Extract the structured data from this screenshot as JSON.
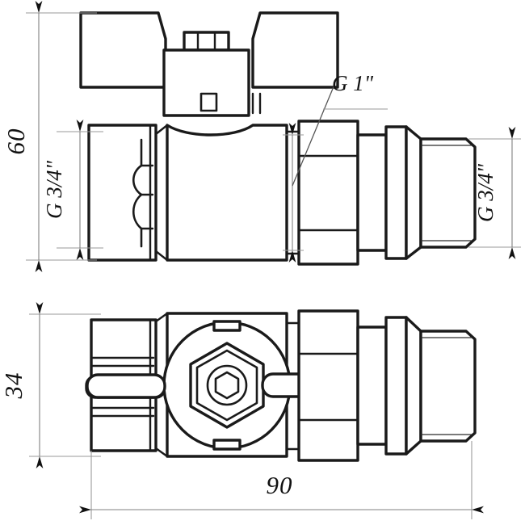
{
  "drawing": {
    "title": "Ball Valve with Butterfly Handle - Dimensioned Technical Drawing",
    "views": {
      "elevation": "front-elevation-view",
      "plan": "top-plan-view"
    },
    "line_color": "#1a1a1a",
    "dim_color": "#808080",
    "background": "#ffffff"
  },
  "dimensions": {
    "overall_height": "60",
    "body_height": "34",
    "overall_length": "90",
    "left_thread": "G 3/4\"",
    "right_thread": "G 3/4\"",
    "union_thread": "G 1\""
  },
  "labels": [
    {
      "id": "height-60",
      "text": "60",
      "kind": "linear-vertical"
    },
    {
      "id": "left-thread",
      "text": "G 3/4\"",
      "kind": "thread-callout"
    },
    {
      "id": "union-thread",
      "text": "G 1\"",
      "kind": "thread-callout-leader"
    },
    {
      "id": "right-thread",
      "text": "G 3/4\"",
      "kind": "thread-callout"
    },
    {
      "id": "height-34",
      "text": "34",
      "kind": "linear-vertical"
    },
    {
      "id": "length-90",
      "text": "90",
      "kind": "linear-horizontal"
    }
  ],
  "components": {
    "butterfly_handle": "butterfly-handle",
    "stem_cap": "stem-cap-block",
    "valve_body": "valve-body",
    "female_nut": "left-female-threaded-nut",
    "union_nut": "union-hex-nut",
    "collar": "collar-flange",
    "male_nipple": "right-male-threaded-nipple",
    "hex_nut_plan": "hex-nut-top-view",
    "lever_plan": "handle-lever-top-view"
  }
}
